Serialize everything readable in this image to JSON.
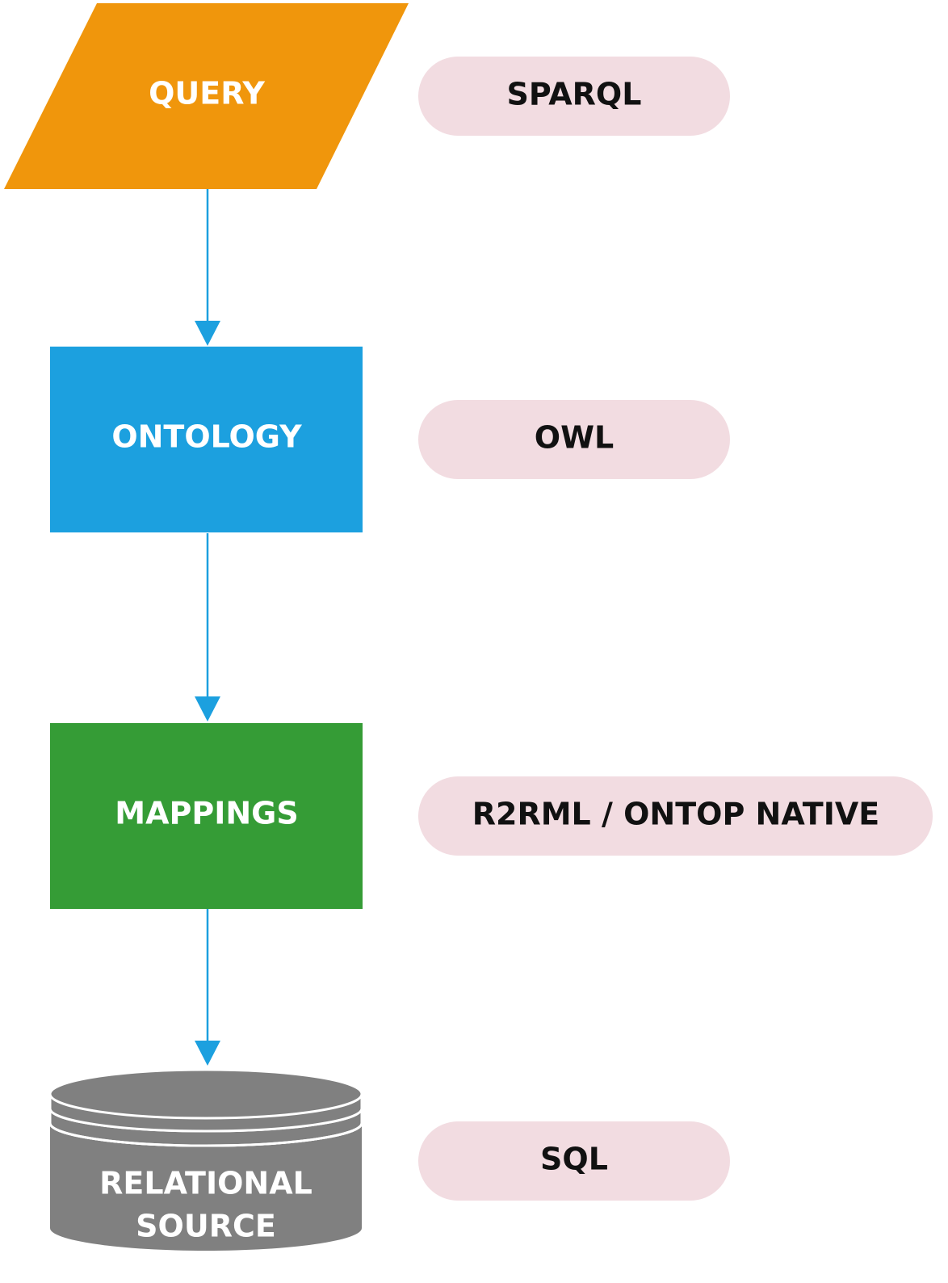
{
  "nodes": {
    "query": {
      "label": "QUERY",
      "color": "#F0960C"
    },
    "ontology": {
      "label": "ONTOLOGY",
      "color": "#1CA0DF"
    },
    "mappings": {
      "label": "MAPPINGS",
      "color": "#359C36"
    },
    "relational_source": {
      "label_line1": "RELATIONAL",
      "label_line2": "SOURCE",
      "color": "#808080"
    }
  },
  "languages": {
    "sparql": "SPARQL",
    "owl": "OWL",
    "r2rml": "R2RML / ONTOP NATIVE",
    "sql": "SQL",
    "pill_color": "#F2DCE1"
  },
  "arrow_color": "#1CA0DF"
}
